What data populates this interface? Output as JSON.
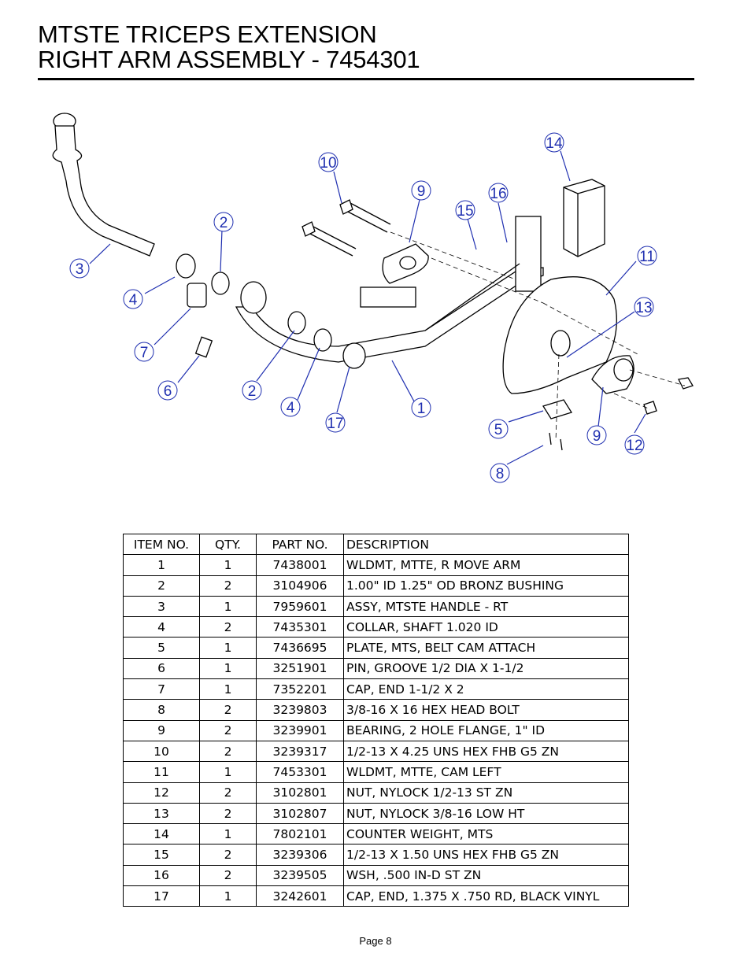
{
  "title": {
    "line1": "MTSTE TRICEPS EXTENSION",
    "line2": "RIGHT ARM ASSEMBLY - 7454301"
  },
  "diagram": {
    "callouts": [
      "14",
      "10",
      "9",
      "16",
      "15",
      "2",
      "11",
      "3",
      "13",
      "4",
      "7",
      "6",
      "2",
      "1",
      "4",
      "17",
      "5",
      "9",
      "12",
      "8"
    ]
  },
  "table": {
    "headers": [
      "ITEM NO.",
      "QTY.",
      "PART NO.",
      "DESCRIPTION"
    ],
    "rows": [
      [
        "1",
        "1",
        "7438001",
        "WLDMT, MTTE, R MOVE ARM"
      ],
      [
        "2",
        "2",
        "3104906",
        "1.00\" ID 1.25\" OD BRONZ BUSHING"
      ],
      [
        "3",
        "1",
        "7959601",
        "ASSY, MTSTE HANDLE - RT"
      ],
      [
        "4",
        "2",
        "7435301",
        "COLLAR, SHAFT 1.020 ID"
      ],
      [
        "5",
        "1",
        "7436695",
        "PLATE, MTS, BELT CAM ATTACH"
      ],
      [
        "6",
        "1",
        "3251901",
        "PIN, GROOVE 1/2 DIA X 1-1/2"
      ],
      [
        "7",
        "1",
        "7352201",
        "CAP, END 1-1/2 X 2"
      ],
      [
        "8",
        "2",
        "3239803",
        "3/8-16 X 16 HEX HEAD BOLT"
      ],
      [
        "9",
        "2",
        "3239901",
        "BEARING, 2 HOLE FLANGE, 1\" ID"
      ],
      [
        "10",
        "2",
        "3239317",
        "1/2-13 X 4.25 UNS HEX FHB G5 ZN"
      ],
      [
        "11",
        "1",
        "7453301",
        "WLDMT, MTTE, CAM LEFT"
      ],
      [
        "12",
        "2",
        "3102801",
        "NUT, NYLOCK 1/2-13 ST ZN"
      ],
      [
        "13",
        "2",
        "3102807",
        "NUT, NYLOCK 3/8-16 LOW HT"
      ],
      [
        "14",
        "1",
        "7802101",
        "COUNTER WEIGHT, MTS"
      ],
      [
        "15",
        "2",
        "3239306",
        "1/2-13 X 1.50 UNS HEX FHB G5 ZN"
      ],
      [
        "16",
        "2",
        "3239505",
        "WSH,  .500 IN-D ST ZN"
      ],
      [
        "17",
        "1",
        "3242601",
        "CAP, END, 1.375 X .750 RD, BLACK VINYL"
      ]
    ]
  },
  "footer": {
    "page": "Page 8"
  }
}
